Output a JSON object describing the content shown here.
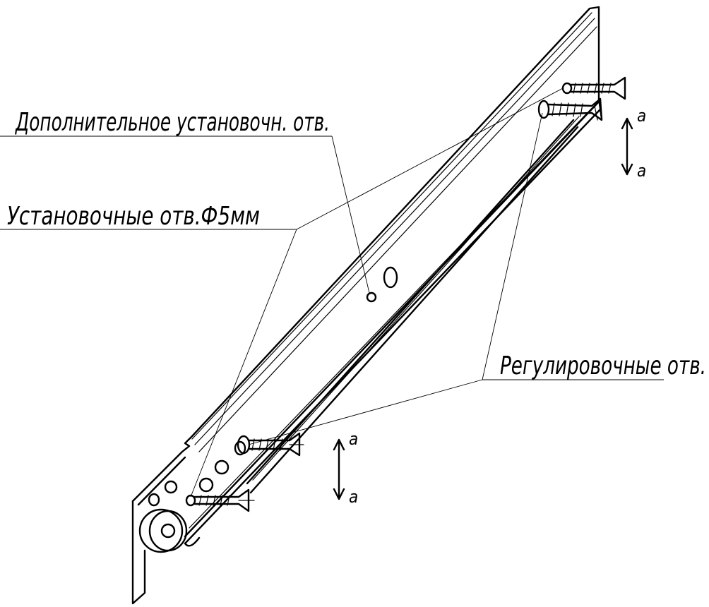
{
  "labels": {
    "additional_hole": "Дополнительное установочн. отв.",
    "mounting_holes": "Установочные отв.Ф5мм",
    "adjusting_holes": "Регулировочные отв."
  },
  "arrows": {
    "upper_top": "a",
    "upper_bottom": "a",
    "lower_top": "a",
    "lower_bottom": "a"
  },
  "icons": {
    "screw": "screw-icon",
    "roller": "roller-icon",
    "arrow": "double-arrow-icon"
  },
  "colors": {
    "line": "#000000",
    "background": "#ffffff"
  }
}
